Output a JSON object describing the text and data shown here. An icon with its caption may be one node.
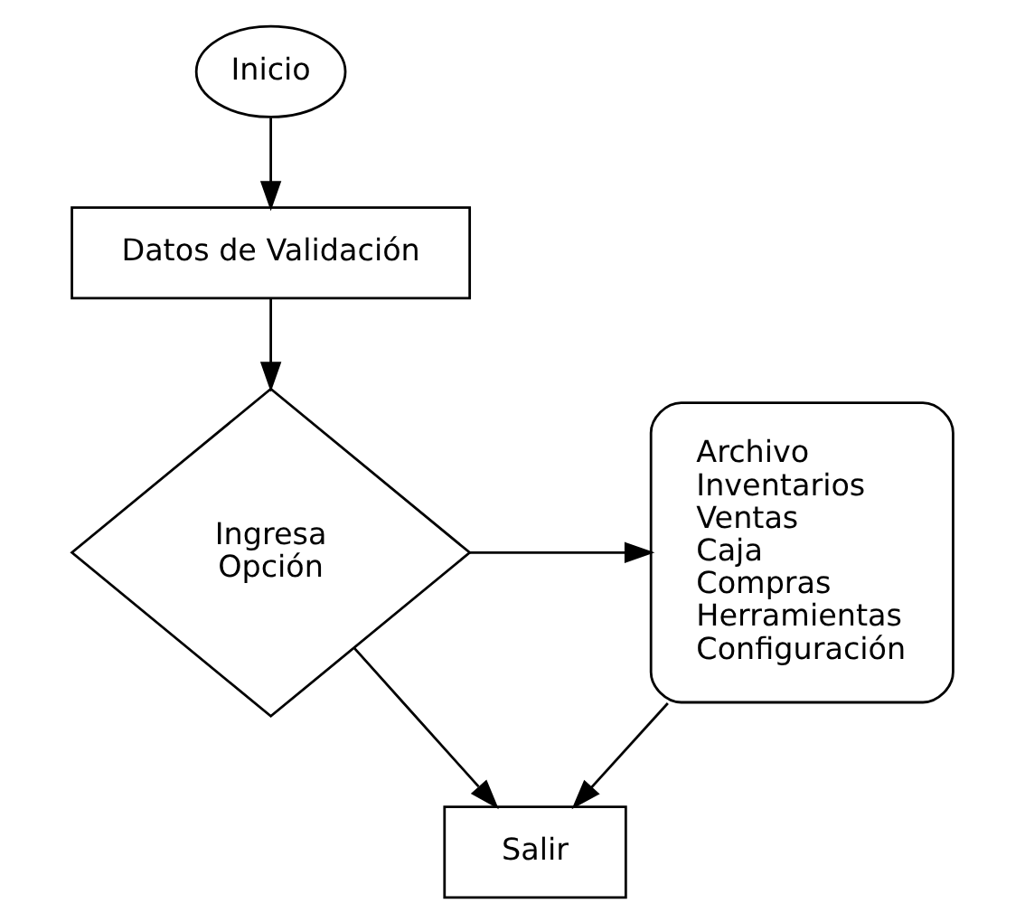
{
  "diagram": {
    "nodes": [
      {
        "text": [
          "Inicio"
        ]
      },
      {
        "text": [
          "Datos de Validación"
        ]
      },
      {
        "text": [
          "Ingresa",
          "Opción"
        ]
      },
      {
        "text": [
          "Archivo",
          "Inventarios",
          "Ventas",
          "Caja",
          "Compras",
          "Herramientas",
          "Configuración"
        ]
      },
      {
        "text": [
          "Salir"
        ]
      }
    ],
    "edges": [
      {
        "from": 0,
        "to": 1,
        "arrow": "to"
      },
      {
        "from": 1,
        "to": 2,
        "arrow": "to"
      },
      {
        "from": 2,
        "to": 3,
        "arrow": "to"
      },
      {
        "from": 2,
        "to": 4,
        "arrow": "to"
      },
      {
        "from": 3,
        "to": 4,
        "arrow": "to"
      }
    ]
  }
}
